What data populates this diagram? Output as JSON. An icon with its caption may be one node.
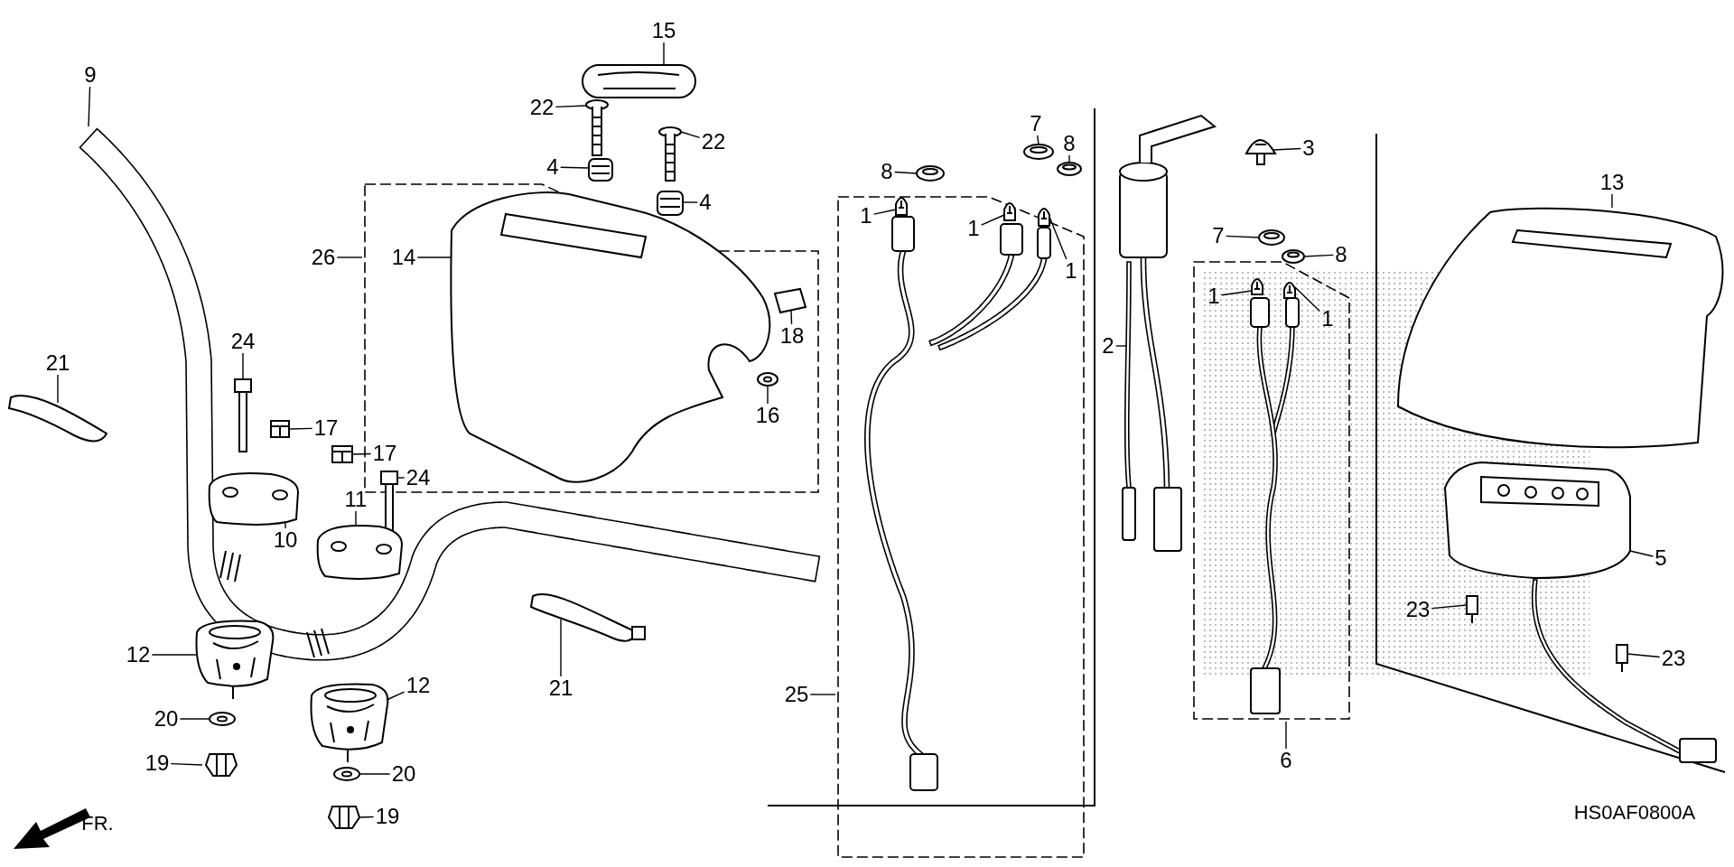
{
  "diagram": {
    "nodes": [
      {
        "text": [
          "9"
        ]
      },
      {
        "text": [
          "15"
        ]
      },
      {
        "text": [
          "22"
        ]
      },
      {
        "text": [
          "22"
        ]
      },
      {
        "text": [
          "4"
        ]
      },
      {
        "text": [
          "4"
        ]
      },
      {
        "text": [
          "8"
        ]
      },
      {
        "text": [
          "7"
        ]
      },
      {
        "text": [
          "8"
        ]
      },
      {
        "text": [
          "1"
        ]
      },
      {
        "text": [
          "1"
        ]
      },
      {
        "text": [
          "1"
        ]
      },
      {
        "text": [
          "26"
        ]
      },
      {
        "text": [
          "14"
        ]
      },
      {
        "text": [
          "18"
        ]
      },
      {
        "text": [
          "16"
        ]
      },
      {
        "text": [
          "21"
        ]
      },
      {
        "text": [
          "24"
        ]
      },
      {
        "text": [
          "17"
        ]
      },
      {
        "text": [
          "17"
        ]
      },
      {
        "text": [
          "24"
        ]
      },
      {
        "text": [
          "11"
        ]
      },
      {
        "text": [
          "10"
        ]
      },
      {
        "text": [
          "12"
        ]
      },
      {
        "text": [
          "12"
        ]
      },
      {
        "text": [
          "20"
        ]
      },
      {
        "text": [
          "20"
        ]
      },
      {
        "text": [
          "19"
        ]
      },
      {
        "text": [
          "19"
        ]
      },
      {
        "text": [
          "21"
        ]
      },
      {
        "text": [
          "25"
        ]
      },
      {
        "text": [
          "2"
        ]
      },
      {
        "text": [
          "3"
        ]
      },
      {
        "text": [
          "7"
        ]
      },
      {
        "text": [
          "8"
        ]
      },
      {
        "text": [
          "1"
        ]
      },
      {
        "text": [
          "1"
        ]
      },
      {
        "text": [
          "6"
        ]
      },
      {
        "text": [
          "13"
        ]
      },
      {
        "text": [
          "5"
        ]
      },
      {
        "text": [
          "23"
        ]
      },
      {
        "text": [
          "23"
        ]
      },
      {
        "text": [],
        "shape": "picture"
      },
      {
        "text": [],
        "shape": "picture"
      },
      {
        "text": [],
        "shape": "picture"
      },
      {
        "text": [],
        "shape": "picture"
      },
      {
        "text": [],
        "shape": "picture"
      },
      {
        "text": [],
        "shape": "picture"
      },
      {
        "text": [],
        "shape": "picture"
      },
      {
        "text": [],
        "shape": "picture"
      },
      {
        "text": [],
        "shape": "picture"
      },
      {
        "text": [],
        "shape": "picture"
      },
      {
        "text": [],
        "shape": "picture"
      },
      {
        "text": [],
        "shape": "picture"
      },
      {
        "text": [],
        "shape": "picture"
      },
      {
        "text": [],
        "shape": "picture"
      },
      {
        "text": [],
        "shape": "picture"
      },
      {
        "text": [],
        "shape": "picture"
      },
      {
        "text": [],
        "shape": "picture"
      },
      {
        "text": [],
        "shape": "picture"
      },
      {
        "text": [],
        "shape": "picture"
      },
      {
        "text": [],
        "shape": "picture"
      },
      {
        "text": [],
        "shape": "picture"
      },
      {
        "text": [],
        "shape": "picture"
      },
      {
        "text": [],
        "shape": "picture"
      },
      {
        "text": [],
        "shape": "picture"
      },
      {
        "text": [],
        "shape": "picture"
      },
      {
        "text": [],
        "shape": "picture"
      },
      {
        "text": [],
        "shape": "picture"
      },
      {
        "text": [],
        "shape": "picture"
      },
      {
        "text": [],
        "shape": "picture"
      },
      {
        "text": [],
        "shape": "picture"
      },
      {
        "text": [],
        "shape": "picture"
      },
      {
        "text": [],
        "shape": "picture"
      },
      {
        "text": [],
        "shape": "picture"
      },
      {
        "text": [],
        "shape": "picture"
      },
      {
        "text": [],
        "shape": "picture"
      },
      {
        "text": [],
        "shape": "picture"
      },
      {
        "text": [],
        "shape": "picture"
      },
      {
        "text": [],
        "shape": "picture"
      },
      {
        "text": [],
        "shape": "picture"
      }
    ],
    "edges": [
      {
        "from": 0,
        "to": 42,
        "arrow": "none"
      },
      {
        "from": 1,
        "to": 43,
        "arrow": "none"
      },
      {
        "from": 2,
        "to": 44,
        "arrow": "none"
      },
      {
        "from": 3,
        "to": 45,
        "arrow": "none"
      },
      {
        "from": 4,
        "to": 46,
        "arrow": "none"
      },
      {
        "from": 5,
        "to": 47,
        "arrow": "none"
      },
      {
        "from": 6,
        "to": 48,
        "arrow": "none"
      },
      {
        "from": 7,
        "to": 49,
        "arrow": "none"
      },
      {
        "from": 8,
        "to": 50,
        "arrow": "none"
      },
      {
        "from": 9,
        "to": 51,
        "arrow": "none"
      },
      {
        "from": 10,
        "to": 52,
        "arrow": "none"
      },
      {
        "from": 11,
        "to": 53,
        "arrow": "none"
      },
      {
        "from": 12,
        "to": null,
        "arrow": "none"
      },
      {
        "from": 13,
        "to": 54,
        "arrow": "none"
      },
      {
        "from": 14,
        "to": 55,
        "arrow": "none"
      },
      {
        "from": 15,
        "to": 56,
        "arrow": "none"
      },
      {
        "from": 16,
        "to": 57,
        "arrow": "none"
      },
      {
        "from": 17,
        "to": 58,
        "arrow": "none"
      },
      {
        "from": 18,
        "to": 59,
        "arrow": "none"
      },
      {
        "from": 19,
        "to": 60,
        "arrow": "none"
      },
      {
        "from": 20,
        "to": 61,
        "arrow": "none"
      },
      {
        "from": 21,
        "to": 62,
        "arrow": "none"
      },
      {
        "from": 22,
        "to": 63,
        "arrow": "none"
      },
      {
        "from": 23,
        "to": 64,
        "arrow": "none"
      },
      {
        "from": 24,
        "to": 65,
        "arrow": "none"
      },
      {
        "from": 25,
        "to": 66,
        "arrow": "none"
      },
      {
        "from": 26,
        "to": 67,
        "arrow": "none"
      },
      {
        "from": 27,
        "to": 68,
        "arrow": "none"
      },
      {
        "from": 28,
        "to": 69,
        "arrow": "none"
      },
      {
        "from": 29,
        "to": 70,
        "arrow": "none"
      },
      {
        "from": 30,
        "to": null,
        "arrow": "none"
      },
      {
        "from": 31,
        "to": 71,
        "arrow": "none"
      },
      {
        "from": 32,
        "to": 72,
        "arrow": "none"
      },
      {
        "from": 33,
        "to": 73,
        "arrow": "none"
      },
      {
        "from": 34,
        "to": 74,
        "arrow": "none"
      },
      {
        "from": 35,
        "to": 75,
        "arrow": "none"
      },
      {
        "from": 36,
        "to": 76,
        "arrow": "none"
      },
      {
        "from": 37,
        "to": null,
        "arrow": "none"
      },
      {
        "from": 38,
        "to": 77,
        "arrow": "none"
      },
      {
        "from": 39,
        "to": 78,
        "arrow": "none"
      },
      {
        "from": 40,
        "to": 79,
        "arrow": "none"
      },
      {
        "from": 41,
        "to": 80,
        "arrow": "none"
      }
    ],
    "labels": [
      "FR.",
      "HS0AF0800A"
    ]
  }
}
